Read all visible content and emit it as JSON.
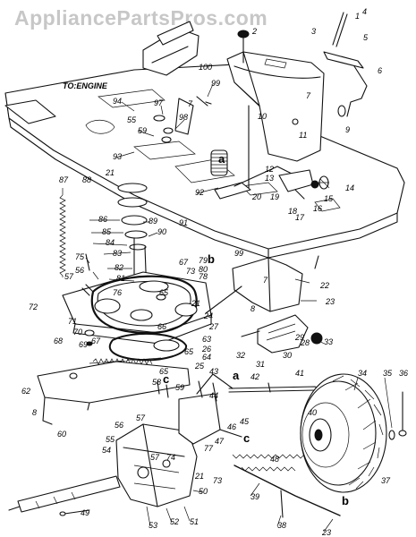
{
  "watermark": "AppliancePartsPros.com",
  "engine_label": "TO:ENGINE",
  "callouts": [
    {
      "id": "c1",
      "text": "1"
    },
    {
      "id": "c2",
      "text": "2"
    },
    {
      "id": "c3",
      "text": "3"
    },
    {
      "id": "c4",
      "text": "4"
    },
    {
      "id": "c5",
      "text": "5"
    },
    {
      "id": "c6",
      "text": "6"
    },
    {
      "id": "c7a",
      "text": "7"
    },
    {
      "id": "c7b",
      "text": "7"
    },
    {
      "id": "c7c",
      "text": "7"
    },
    {
      "id": "c8a",
      "text": "8"
    },
    {
      "id": "c8b",
      "text": "8"
    },
    {
      "id": "c9",
      "text": "9"
    },
    {
      "id": "c10",
      "text": "10"
    },
    {
      "id": "c11",
      "text": "11"
    },
    {
      "id": "c12",
      "text": "12"
    },
    {
      "id": "c13",
      "text": "13"
    },
    {
      "id": "c14",
      "text": "14"
    },
    {
      "id": "c15",
      "text": "15"
    },
    {
      "id": "c16",
      "text": "16"
    },
    {
      "id": "c17",
      "text": "17"
    },
    {
      "id": "c18",
      "text": "18"
    },
    {
      "id": "c19",
      "text": "19"
    },
    {
      "id": "c20",
      "text": "20"
    },
    {
      "id": "c21a",
      "text": "21"
    },
    {
      "id": "c21b",
      "text": "21"
    },
    {
      "id": "c21c",
      "text": "21"
    },
    {
      "id": "c22",
      "text": "22"
    },
    {
      "id": "c23a",
      "text": "23"
    },
    {
      "id": "c23b",
      "text": "23"
    },
    {
      "id": "c24",
      "text": "24"
    },
    {
      "id": "c25",
      "text": "25"
    },
    {
      "id": "c26",
      "text": "26"
    },
    {
      "id": "c27",
      "text": "27"
    },
    {
      "id": "c28",
      "text": "28"
    },
    {
      "id": "c29",
      "text": "29"
    },
    {
      "id": "c30",
      "text": "30"
    },
    {
      "id": "c31",
      "text": "31"
    },
    {
      "id": "c32",
      "text": "32"
    },
    {
      "id": "c33",
      "text": "33"
    },
    {
      "id": "c34",
      "text": "34"
    },
    {
      "id": "c35",
      "text": "35"
    },
    {
      "id": "c36",
      "text": "36"
    },
    {
      "id": "c37",
      "text": "37"
    },
    {
      "id": "c38",
      "text": "38"
    },
    {
      "id": "c39",
      "text": "39"
    },
    {
      "id": "c40",
      "text": "40"
    },
    {
      "id": "c41",
      "text": "41"
    },
    {
      "id": "c42",
      "text": "42"
    },
    {
      "id": "c43",
      "text": "43"
    },
    {
      "id": "c44",
      "text": "44"
    },
    {
      "id": "c45",
      "text": "45"
    },
    {
      "id": "c46",
      "text": "46"
    },
    {
      "id": "c47",
      "text": "47"
    },
    {
      "id": "c48",
      "text": "48"
    },
    {
      "id": "c49",
      "text": "49"
    },
    {
      "id": "c50",
      "text": "50"
    },
    {
      "id": "c51",
      "text": "51"
    },
    {
      "id": "c52",
      "text": "52"
    },
    {
      "id": "c53",
      "text": "53"
    },
    {
      "id": "c54",
      "text": "54"
    },
    {
      "id": "c55a",
      "text": "55"
    },
    {
      "id": "c55b",
      "text": "55"
    },
    {
      "id": "c56a",
      "text": "56"
    },
    {
      "id": "c56b",
      "text": "56"
    },
    {
      "id": "c57a",
      "text": "57"
    },
    {
      "id": "c57b",
      "text": "57"
    },
    {
      "id": "c57c",
      "text": "57"
    },
    {
      "id": "c58",
      "text": "58"
    },
    {
      "id": "c59a",
      "text": "59"
    },
    {
      "id": "c59b",
      "text": "59"
    },
    {
      "id": "c60",
      "text": "60"
    },
    {
      "id": "c62",
      "text": "62"
    },
    {
      "id": "c63",
      "text": "63"
    },
    {
      "id": "c64",
      "text": "64"
    },
    {
      "id": "c65a",
      "text": "65"
    },
    {
      "id": "c65b",
      "text": "65"
    },
    {
      "id": "c65c",
      "text": "65"
    },
    {
      "id": "c66",
      "text": "66"
    },
    {
      "id": "c67a",
      "text": "67"
    },
    {
      "id": "c67b",
      "text": "67"
    },
    {
      "id": "c68",
      "text": "68"
    },
    {
      "id": "c69",
      "text": "69"
    },
    {
      "id": "c70",
      "text": "70"
    },
    {
      "id": "c71",
      "text": "71"
    },
    {
      "id": "c72",
      "text": "72"
    },
    {
      "id": "c73a",
      "text": "73"
    },
    {
      "id": "c73b",
      "text": "73"
    },
    {
      "id": "c74",
      "text": "74"
    },
    {
      "id": "c75",
      "text": "75"
    },
    {
      "id": "c76",
      "text": "76"
    },
    {
      "id": "c77",
      "text": "77"
    },
    {
      "id": "c78",
      "text": "78"
    },
    {
      "id": "c79",
      "text": "79"
    },
    {
      "id": "c80",
      "text": "80"
    },
    {
      "id": "c81",
      "text": "81"
    },
    {
      "id": "c82",
      "text": "82"
    },
    {
      "id": "c83",
      "text": "83"
    },
    {
      "id": "c84",
      "text": "84"
    },
    {
      "id": "c85",
      "text": "85"
    },
    {
      "id": "c86",
      "text": "86"
    },
    {
      "id": "c87",
      "text": "87"
    },
    {
      "id": "c88",
      "text": "88"
    },
    {
      "id": "c89",
      "text": "89"
    },
    {
      "id": "c90",
      "text": "90"
    },
    {
      "id": "c91",
      "text": "91"
    },
    {
      "id": "c92",
      "text": "92"
    },
    {
      "id": "c93",
      "text": "93"
    },
    {
      "id": "c94",
      "text": "94"
    },
    {
      "id": "c97",
      "text": "97"
    },
    {
      "id": "c98",
      "text": "98"
    },
    {
      "id": "c99a",
      "text": "99"
    },
    {
      "id": "c99b",
      "text": "99"
    },
    {
      "id": "c100",
      "text": "100"
    }
  ],
  "letter_keys": [
    {
      "id": "ka1",
      "text": "a"
    },
    {
      "id": "ka2",
      "text": "a"
    },
    {
      "id": "kb1",
      "text": "b"
    },
    {
      "id": "kb2",
      "text": "b"
    },
    {
      "id": "kc1",
      "text": "c"
    },
    {
      "id": "kc2",
      "text": "c"
    }
  ]
}
